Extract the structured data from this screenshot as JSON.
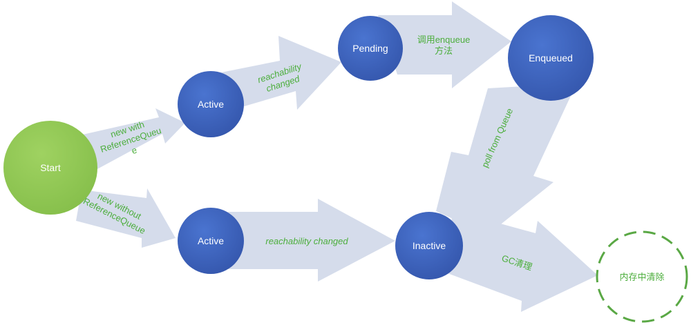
{
  "nodes": {
    "start": "Start",
    "active_top": "Active",
    "active_bottom": "Active",
    "pending": "Pending",
    "enqueued": "Enqueued",
    "inactive": "Inactive",
    "cleared": "内存中清除"
  },
  "edges": {
    "start_to_active_top": [
      "new with",
      "ReferenceQueu",
      "e"
    ],
    "start_to_active_bottom": [
      "new without",
      "ReferenceQueue"
    ],
    "active_top_to_pending": [
      "reachability",
      "changed"
    ],
    "pending_to_enqueued": [
      "调用enqueue",
      "方法"
    ],
    "enqueued_to_inactive": "poll from Queue",
    "active_bottom_to_inactive": "reachability changed",
    "inactive_to_cleared": "GC清理"
  },
  "colors": {
    "arrow": "#d5dceb",
    "node_blue": "#3f66c0",
    "start_green": "#93c956",
    "label_green": "#4cae3c",
    "dashed_green": "#5aa845"
  }
}
